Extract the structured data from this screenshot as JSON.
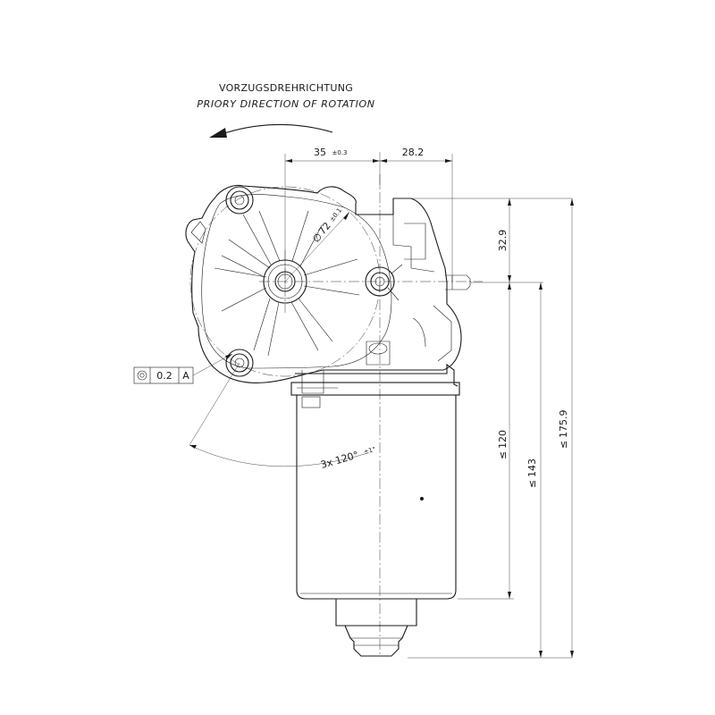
{
  "rotation": {
    "label_de": "VORZUGSDREHRICHTUNG",
    "label_en": "PRIORY DIRECTION OF ROTATION"
  },
  "dimensions": {
    "width_left": "35",
    "width_left_tol": "±0.3",
    "width_right": "28.2",
    "height_small": "32.9",
    "height_120": "120",
    "height_143": "143",
    "height_175": "175.9",
    "le_symbol": "≤",
    "diameter": "72",
    "diameter_tol": "±0.1",
    "diameter_symbol": "∅",
    "angle": "3x 120°",
    "angle_tol": "±1°"
  },
  "tolerance_frame": {
    "symbol": "concentricity",
    "value": "0.2",
    "datum": "A"
  }
}
